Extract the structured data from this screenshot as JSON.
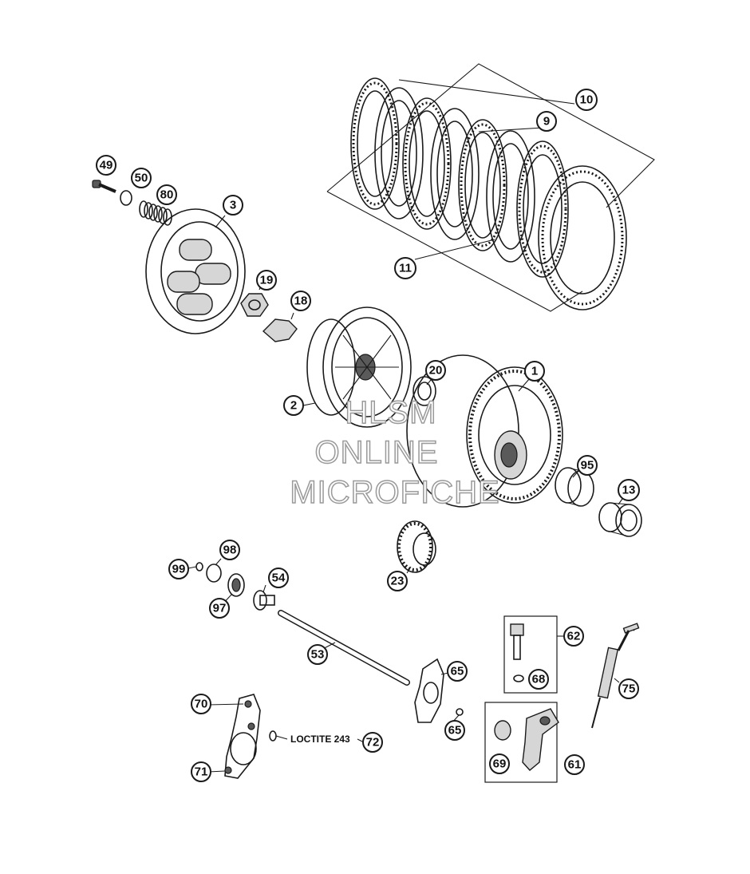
{
  "callouts": [
    {
      "id": "c1",
      "label": "1"
    },
    {
      "id": "c2",
      "label": "2"
    },
    {
      "id": "c3",
      "label": "3"
    },
    {
      "id": "c9",
      "label": "9"
    },
    {
      "id": "c10",
      "label": "10"
    },
    {
      "id": "c11",
      "label": "11"
    },
    {
      "id": "c13",
      "label": "13"
    },
    {
      "id": "c18",
      "label": "18"
    },
    {
      "id": "c19",
      "label": "19"
    },
    {
      "id": "c20",
      "label": "20"
    },
    {
      "id": "c23",
      "label": "23"
    },
    {
      "id": "c49",
      "label": "49"
    },
    {
      "id": "c50",
      "label": "50"
    },
    {
      "id": "c53",
      "label": "53"
    },
    {
      "id": "c54",
      "label": "54"
    },
    {
      "id": "c61",
      "label": "61"
    },
    {
      "id": "c62",
      "label": "62"
    },
    {
      "id": "c65a",
      "label": "65"
    },
    {
      "id": "c65b",
      "label": "65"
    },
    {
      "id": "c68",
      "label": "68"
    },
    {
      "id": "c69",
      "label": "69"
    },
    {
      "id": "c70",
      "label": "70"
    },
    {
      "id": "c71",
      "label": "71"
    },
    {
      "id": "c72",
      "label": "72"
    },
    {
      "id": "c75",
      "label": "75"
    },
    {
      "id": "c80",
      "label": "80"
    },
    {
      "id": "c95",
      "label": "95"
    },
    {
      "id": "c97",
      "label": "97"
    },
    {
      "id": "c98",
      "label": "98"
    },
    {
      "id": "c99",
      "label": "99"
    }
  ],
  "note": "LOCTITE 243",
  "watermark": [
    "HLSM",
    "ONLINE",
    "MICROFICHE"
  ]
}
